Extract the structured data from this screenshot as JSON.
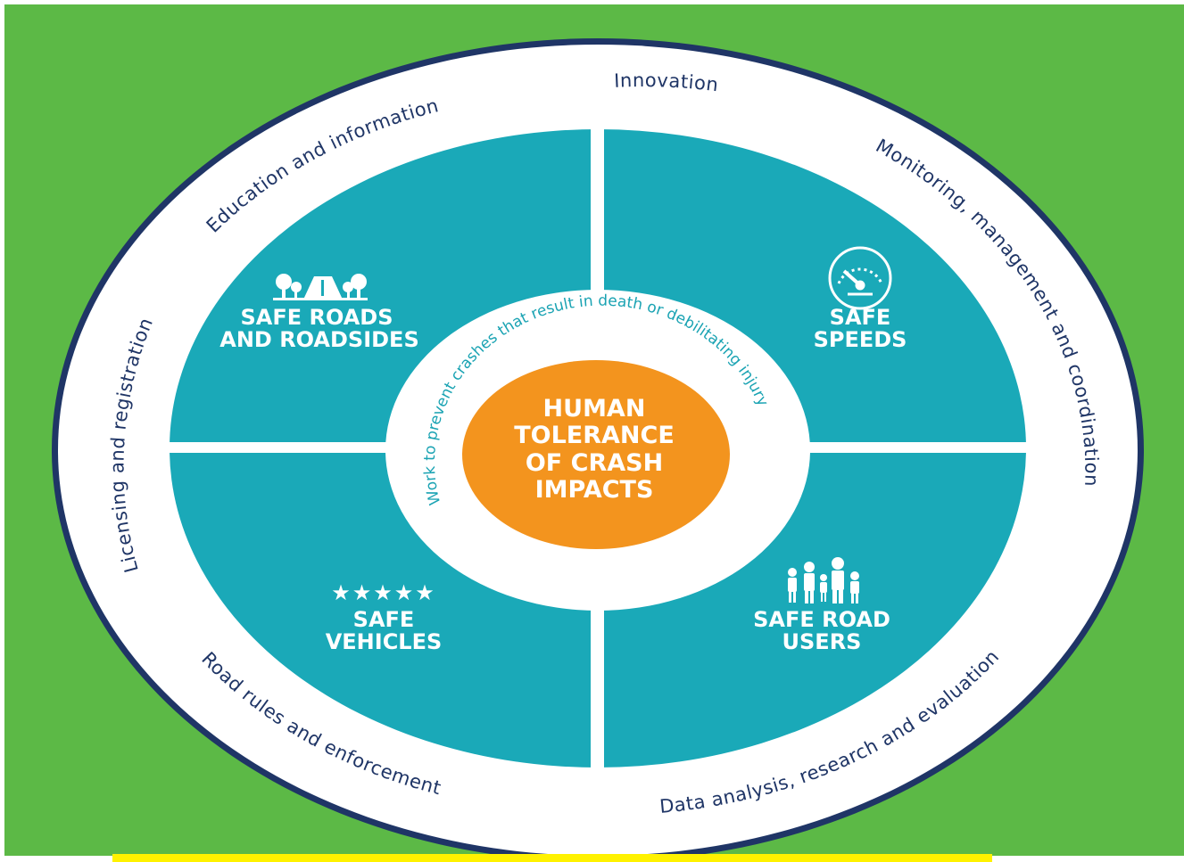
{
  "colors": {
    "background_green": "#5cb946",
    "outer_ring_navy": "#1f3566",
    "quadrant_teal": "#1aa9b8",
    "center_orange": "#f3941e",
    "highlight_yellow": "#fff200",
    "white": "#ffffff"
  },
  "center": {
    "lines": [
      "HUMAN",
      "TOLERANCE",
      "OF CRASH",
      "IMPACTS"
    ]
  },
  "inner_ring_text": "Work to prevent crashes that result in death or debilitating injury",
  "quadrants": [
    {
      "id": "roads",
      "lines": [
        "SAFE ROADS",
        "AND ROADSIDES"
      ],
      "icon": "road-with-trees-icon"
    },
    {
      "id": "speeds",
      "lines": [
        "SAFE",
        "SPEEDS"
      ],
      "icon": "speedometer-icon"
    },
    {
      "id": "vehicles",
      "lines": [
        "SAFE",
        "VEHICLES"
      ],
      "icon": "five-stars-icon"
    },
    {
      "id": "users",
      "lines": [
        "SAFE ROAD",
        "USERS"
      ],
      "icon": "family-icon"
    }
  ],
  "outer_labels": {
    "innovation": "Innovation",
    "education": "Education and information",
    "monitoring": "Monitoring, management and coordination",
    "licensing": "Licensing and registration",
    "road_rules": "Road rules and enforcement",
    "data_analysis": "Data analysis, research and evaluation"
  },
  "stars": "★★★★★"
}
